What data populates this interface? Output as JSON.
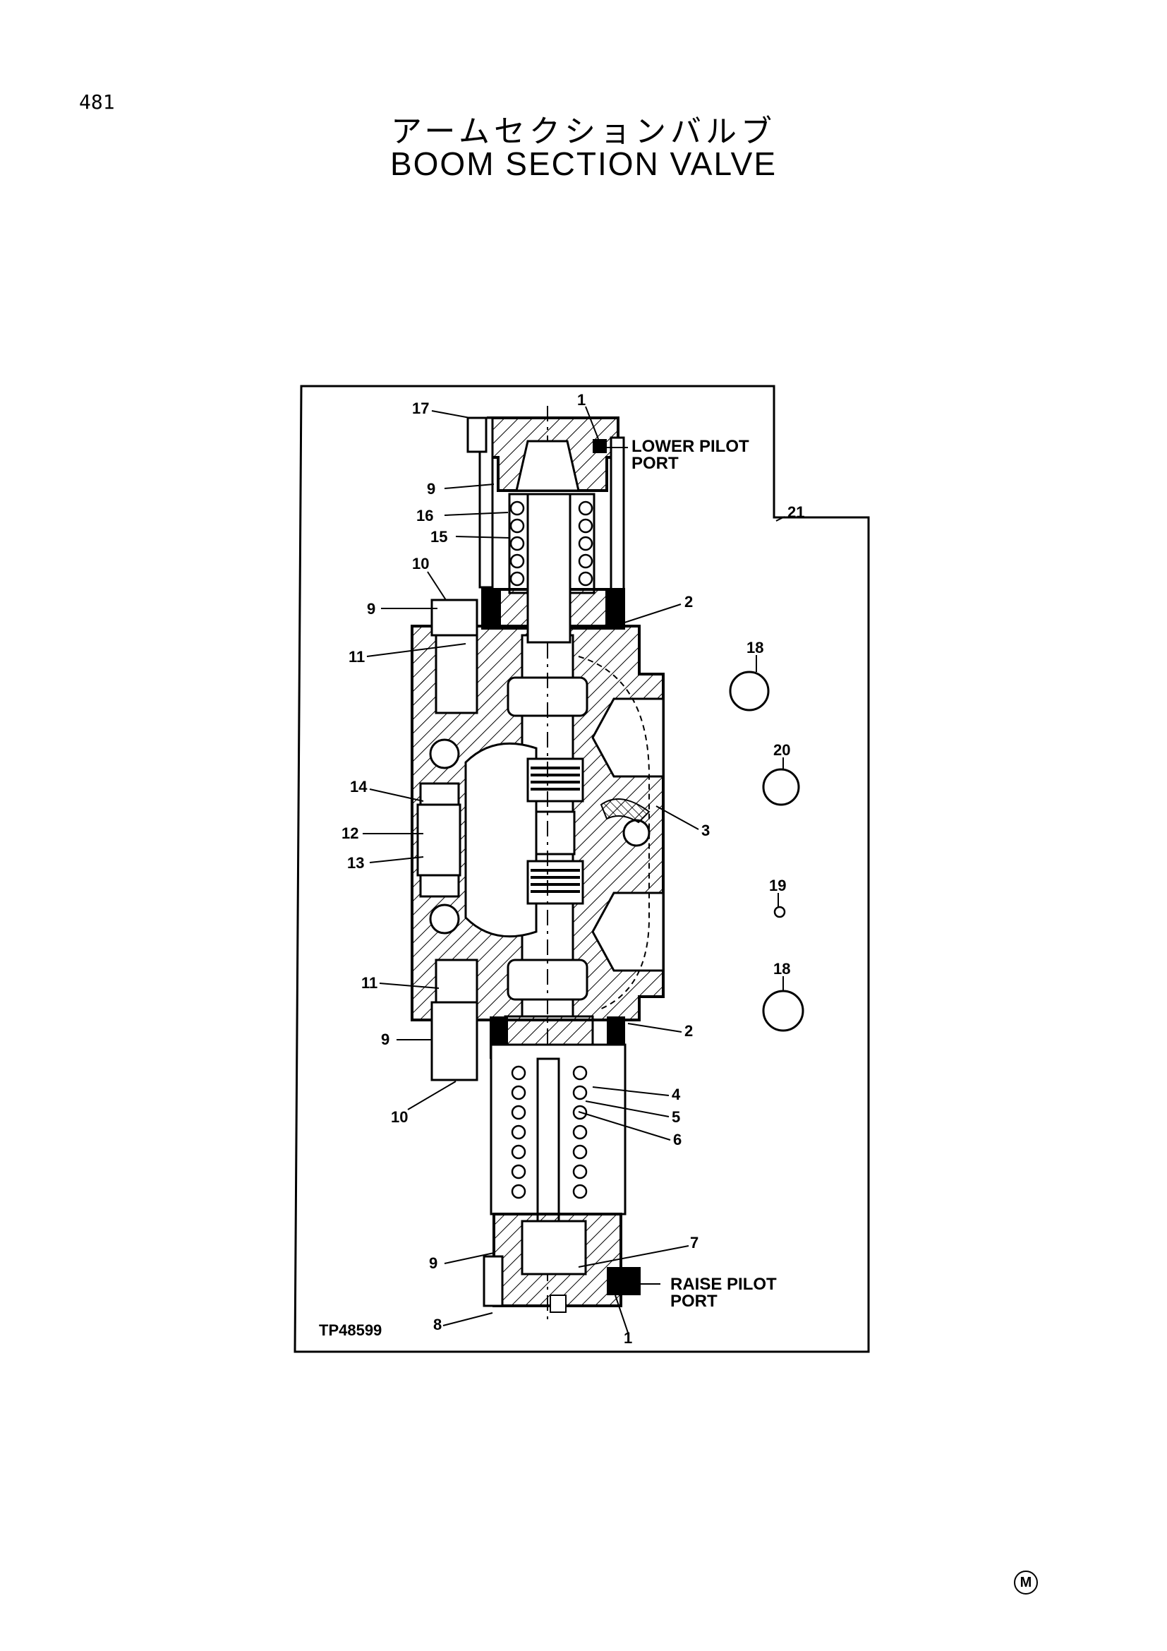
{
  "page": {
    "number": "481",
    "mark": "M"
  },
  "title": {
    "japanese": "アームセクションバルブ",
    "english": "BOOM SECTION VALVE"
  },
  "diagram": {
    "figure_id": "TP48599",
    "ports": {
      "lower_line1": "LOWER PILOT",
      "lower_line2": "PORT",
      "raise_line1": "RAISE PILOT",
      "raise_line2": "PORT"
    },
    "callouts": [
      "17",
      "1",
      "9",
      "16",
      "15",
      "10",
      "9",
      "11",
      "2",
      "18",
      "20",
      "14",
      "12",
      "13",
      "3",
      "19",
      "11",
      "18",
      "9",
      "2",
      "10",
      "4",
      "5",
      "6",
      "9",
      "7",
      "8",
      "1",
      "21"
    ]
  }
}
